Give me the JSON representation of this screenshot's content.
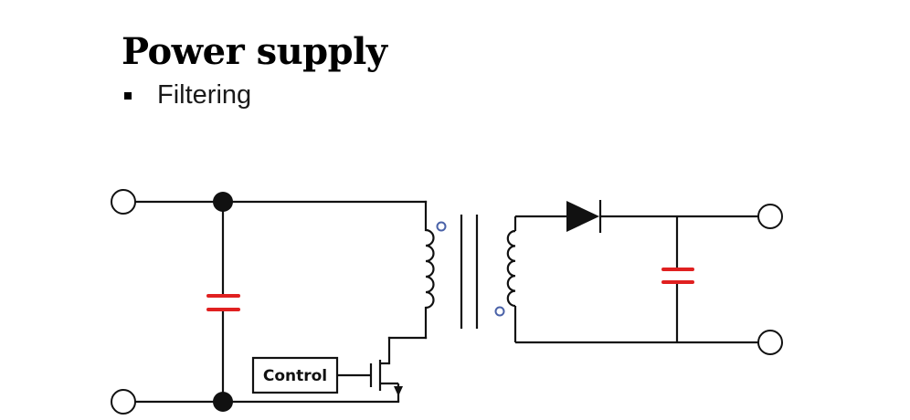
{
  "slide": {
    "title": "Power supply",
    "bullets": [
      {
        "text": "Filtering"
      }
    ]
  },
  "schematic": {
    "control_block_label": "Control",
    "colors": {
      "wire": "#111111",
      "capacitor": "#e02020",
      "polarity_dot": "#4a62a8",
      "terminal_fill": "#ffffff"
    }
  }
}
